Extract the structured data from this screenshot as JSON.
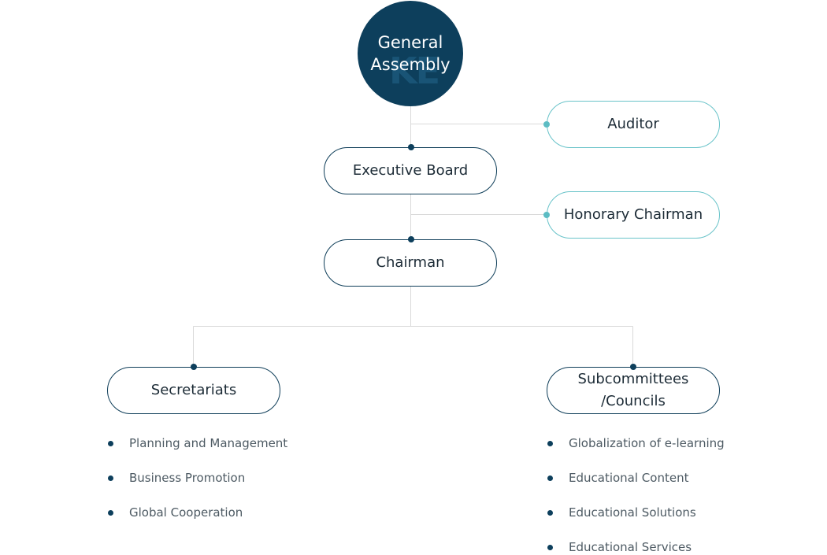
{
  "top": {
    "title_line1": "General",
    "title_line2": "Assembly",
    "watermark": "KE"
  },
  "nodes": {
    "auditor": "Auditor",
    "executive_board": "Executive Board",
    "honorary_chairman": "Honorary Chairman",
    "chairman": "Chairman",
    "secretariats": "Secretariats",
    "subcommittees_line1": "Subcommittees",
    "subcommittees_line2": "/Councils"
  },
  "secretariats_items": [
    "Planning and Management",
    "Business Promotion",
    "Global Cooperation"
  ],
  "subcommittees_items": [
    "Globalization of e-learning",
    "Educational Content",
    "Educational Solutions",
    "Educational Services"
  ],
  "colors": {
    "navy": "#0d3f5c",
    "teal": "#69c3c9",
    "connector": "#d9d9d9"
  }
}
